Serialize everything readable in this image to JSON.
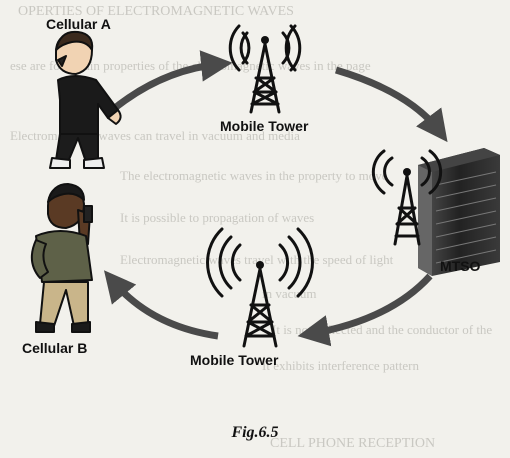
{
  "labels": {
    "cellular_a": "Cellular A",
    "cellular_b": "Cellular B",
    "tower_top": "Mobile Tower",
    "tower_bottom": "Mobile Tower",
    "mtso": "MTSO"
  },
  "caption": "Fig.6.5",
  "background_text": [
    "OPERTIES OF ELECTROMAGNETIC WAVES",
    "ese are four main properties of the electromagnetic waves in the page",
    "Electromagnetic waves can travel in vacuum and media",
    "The electromagnetic waves in the property to move",
    "It is possible to propagation of waves",
    "Electromagnetic waves travel with the speed of light",
    "in vacuum",
    "It is not deflected and the conductor of the",
    "It exhibits interference pattern",
    "CELL PHONE RECEPTION"
  ],
  "colors": {
    "arrow": "#4a4a4a",
    "tower": "#111111",
    "building": "#2a2a2a",
    "background": "#f2f1ec"
  }
}
